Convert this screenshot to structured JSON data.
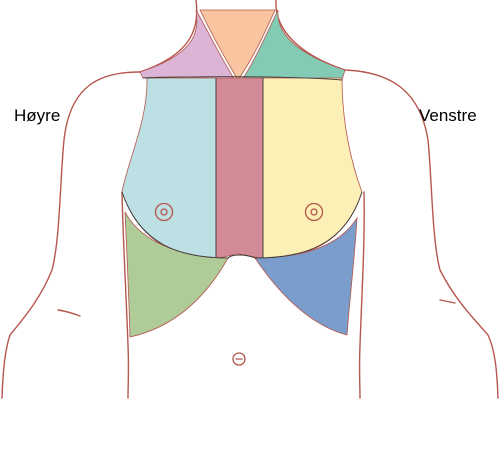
{
  "labels": {
    "right_side": "Høyre",
    "left_side": "Venstre"
  },
  "colors": {
    "outline": "#b5574e",
    "right_shoulder": "#dcb4d6",
    "neck": "#f9c4a0",
    "left_shoulder": "#84cbb5",
    "right_chest": "#bce0e3",
    "sternum": "#d28a97",
    "left_chest": "#fdf0b6",
    "right_abdomen": "#aecb98",
    "left_abdomen": "#7a9dcb"
  },
  "regions": [
    {
      "id": "right-shoulder-region",
      "color_key": "right_shoulder"
    },
    {
      "id": "neck-region",
      "color_key": "neck"
    },
    {
      "id": "left-shoulder-region",
      "color_key": "left_shoulder"
    },
    {
      "id": "right-chest-region",
      "color_key": "right_chest"
    },
    {
      "id": "sternum-region",
      "color_key": "sternum"
    },
    {
      "id": "left-chest-region",
      "color_key": "left_chest"
    },
    {
      "id": "right-abdomen-region",
      "color_key": "right_abdomen"
    },
    {
      "id": "left-abdomen-region",
      "color_key": "left_abdomen"
    }
  ]
}
